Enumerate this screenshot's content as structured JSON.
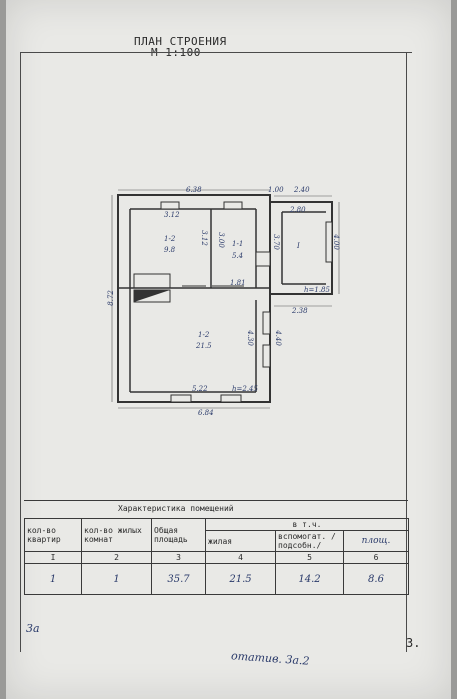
{
  "header": {
    "title": "ПЛАН СТРОЕНИЯ",
    "scale": "М 1:100"
  },
  "plan": {
    "dims": {
      "top": "6.38",
      "top_right_a": "1.00",
      "top_right_b": "2.40",
      "left": "8.72",
      "bottom": "5.22",
      "bottom_outer": "6.84",
      "r1_top": "3.12",
      "r1_side": "3.12",
      "r2_side": "3.00",
      "r3_side": "3.70",
      "r3_right": "4.00",
      "r3_top": "2.80",
      "mid": "1.81",
      "r4_side": "4.30",
      "r4_outer": "4.40",
      "r3_bottom": "2.38",
      "h1": "h=2.45",
      "h2": "h=1.85"
    },
    "rooms": {
      "r2_id": "1-2",
      "r2_area": "9.8",
      "r1_id": "1-1",
      "r1_area": "5.4",
      "r3_id": "I",
      "r4_id": "1-2",
      "r4_area": "21.5"
    }
  },
  "table": {
    "caption": "Характеристика помещений",
    "headers": {
      "apartments": "кол-во квартир",
      "rooms": "кол-во жилых комнат",
      "total_area": "Общая площадь",
      "incl": "в т.ч.",
      "living": "жилая",
      "auxiliary": "вспомогат. /подсобн./",
      "other": "площ."
    },
    "col_numbers": [
      "I",
      "2",
      "3",
      "4",
      "5",
      "6"
    ],
    "values": [
      "1",
      "1",
      "35.7",
      "21.5",
      "14.2",
      "8.6"
    ]
  },
  "footer": {
    "left_note": "3а",
    "page": "3.",
    "signature": "отатив. 3а.2"
  }
}
